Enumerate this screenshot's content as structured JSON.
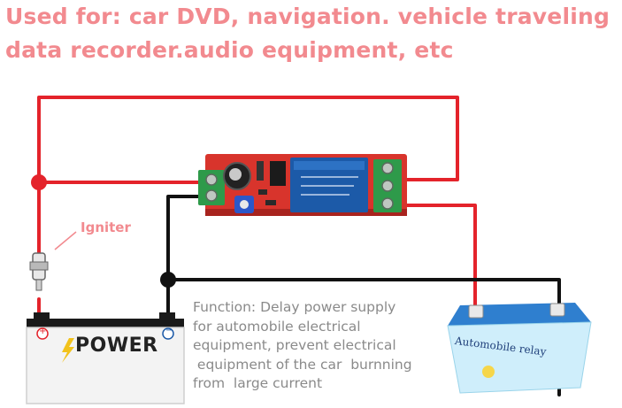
{
  "header": {
    "line1": "Used for: car DVD, navigation. vehicle traveling",
    "line2": "data recorder.audio equipment, etc"
  },
  "labels": {
    "igniter": "Igniter",
    "battery": "POWER",
    "battery_plus": "+",
    "battery_minus": "−",
    "relay_battery": "Automobile relay"
  },
  "function_text": [
    "Function: Delay power supply",
    "for automobile electrical",
    "equipment, prevent electrical",
    " equipment of the car  burnning",
    "from  large current"
  ],
  "colors": {
    "headline": "#f28a8f",
    "wire_positive": "#e4232b",
    "wire_negative": "#111111",
    "pcb": "#d8342c",
    "relay": "#1c5aa8",
    "terminal": "#2e9a4a",
    "relay_battery_body": "#cfeefb",
    "relay_battery_top": "#2f7fcf"
  }
}
